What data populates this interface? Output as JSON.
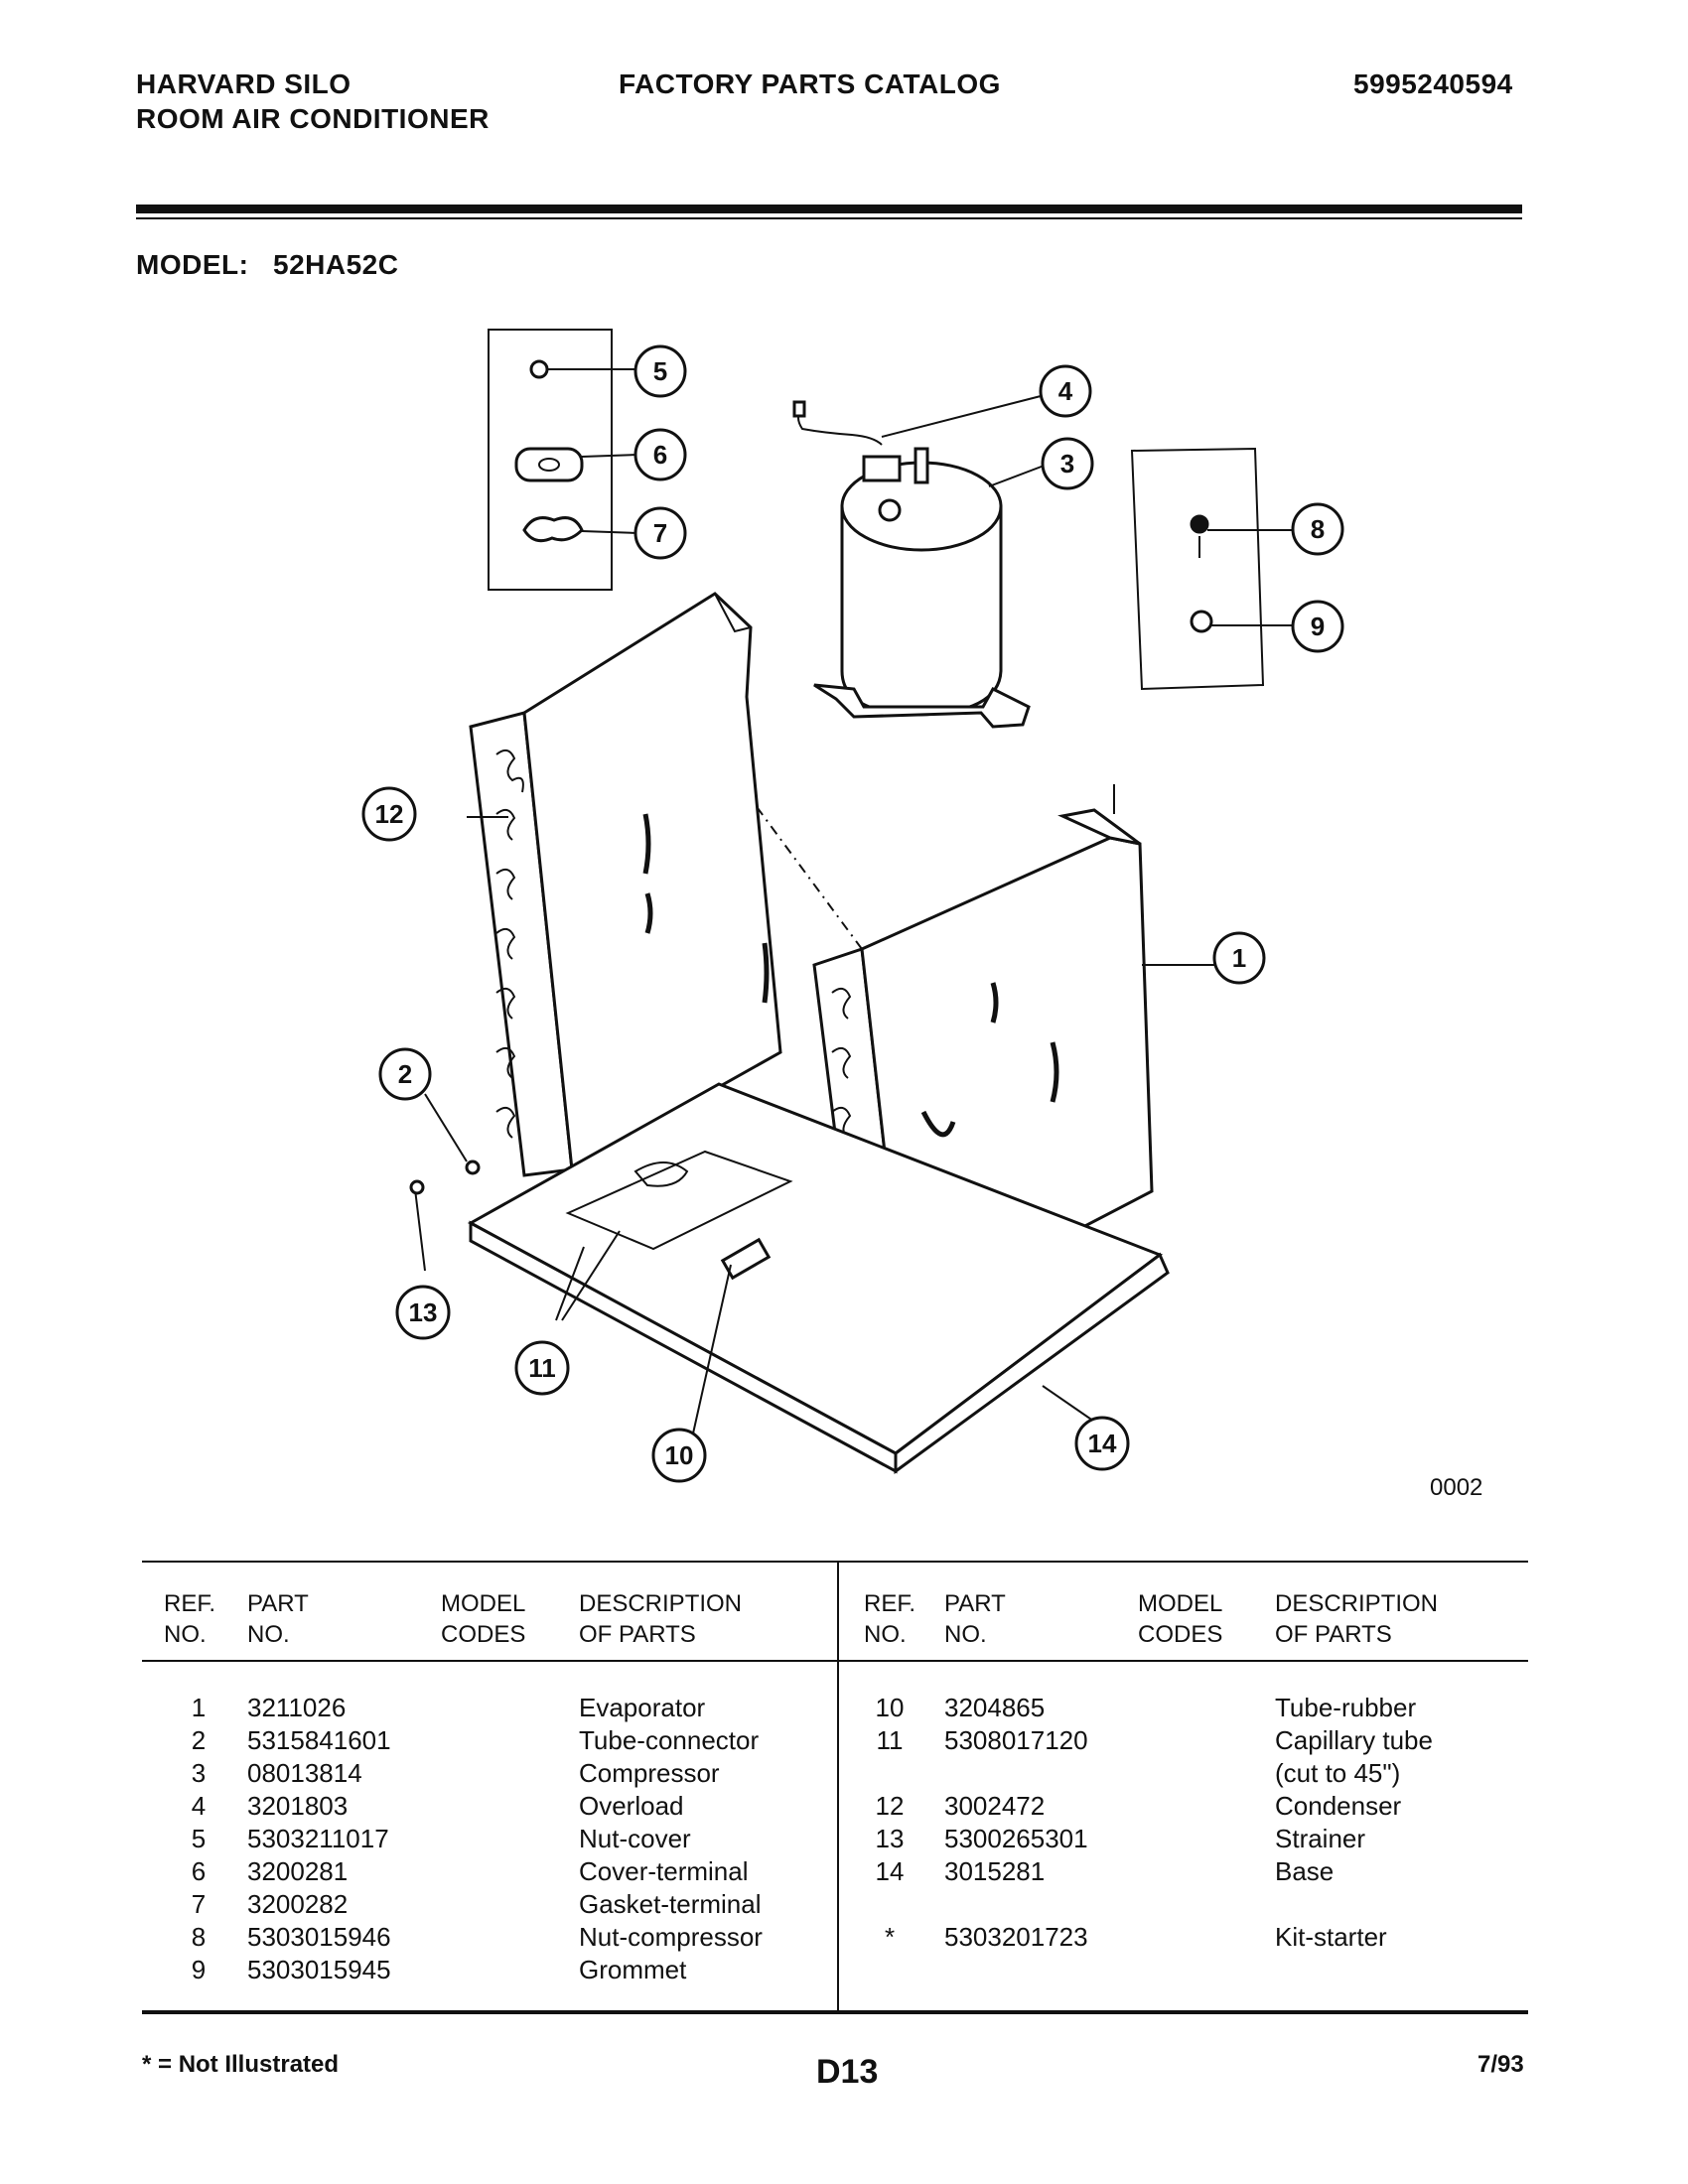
{
  "header": {
    "brand_line1": "HARVARD SILO",
    "brand_line2": "ROOM AIR CONDITIONER",
    "catalog_title": "FACTORY PARTS CATALOG",
    "catalog_number": "5995240594",
    "model_label": "MODEL:",
    "model_value": "52HA52C"
  },
  "diagram": {
    "figure_code": "0002",
    "callouts": [
      "1",
      "2",
      "3",
      "4",
      "5",
      "6",
      "7",
      "8",
      "9",
      "10",
      "11",
      "12",
      "13",
      "14"
    ]
  },
  "table": {
    "headers": {
      "ref_line1": "REF.",
      "ref_line2": "NO.",
      "part_line1": "PART",
      "part_line2": "NO.",
      "model_line1": "MODEL",
      "model_line2": "CODES",
      "desc_line1": "DESCRIPTION",
      "desc_line2": "OF PARTS"
    },
    "left_rows": [
      {
        "ref": "1",
        "part": "3211026",
        "model": "",
        "desc": "Evaporator"
      },
      {
        "ref": "2",
        "part": "5315841601",
        "model": "",
        "desc": "Tube-connector"
      },
      {
        "ref": "3",
        "part": "08013814",
        "model": "",
        "desc": "Compressor"
      },
      {
        "ref": "4",
        "part": "3201803",
        "model": "",
        "desc": "Overload"
      },
      {
        "ref": "5",
        "part": "5303211017",
        "model": "",
        "desc": "Nut-cover"
      },
      {
        "ref": "6",
        "part": "3200281",
        "model": "",
        "desc": "Cover-terminal"
      },
      {
        "ref": "7",
        "part": "3200282",
        "model": "",
        "desc": "Gasket-terminal"
      },
      {
        "ref": "8",
        "part": "5303015946",
        "model": "",
        "desc": "Nut-compressor"
      },
      {
        "ref": "9",
        "part": "5303015945",
        "model": "",
        "desc": "Grommet"
      }
    ],
    "right_rows": [
      {
        "ref": "10",
        "part": "3204865",
        "model": "",
        "desc": "Tube-rubber"
      },
      {
        "ref": "11",
        "part": "5308017120",
        "model": "",
        "desc": "Capillary tube"
      },
      {
        "ref": "",
        "part": "",
        "model": "",
        "desc": "(cut to 45\")"
      },
      {
        "ref": "12",
        "part": "3002472",
        "model": "",
        "desc": "Condenser"
      },
      {
        "ref": "13",
        "part": "5300265301",
        "model": "",
        "desc": "Strainer"
      },
      {
        "ref": "14",
        "part": "3015281",
        "model": "",
        "desc": "Base"
      },
      {
        "ref": "",
        "part": "",
        "model": "",
        "desc": ""
      },
      {
        "ref": "*",
        "part": "5303201723",
        "model": "",
        "desc": "Kit-starter"
      }
    ]
  },
  "footer": {
    "legend": "* = Not Illustrated",
    "page_code": "D13",
    "date": "7/93"
  }
}
